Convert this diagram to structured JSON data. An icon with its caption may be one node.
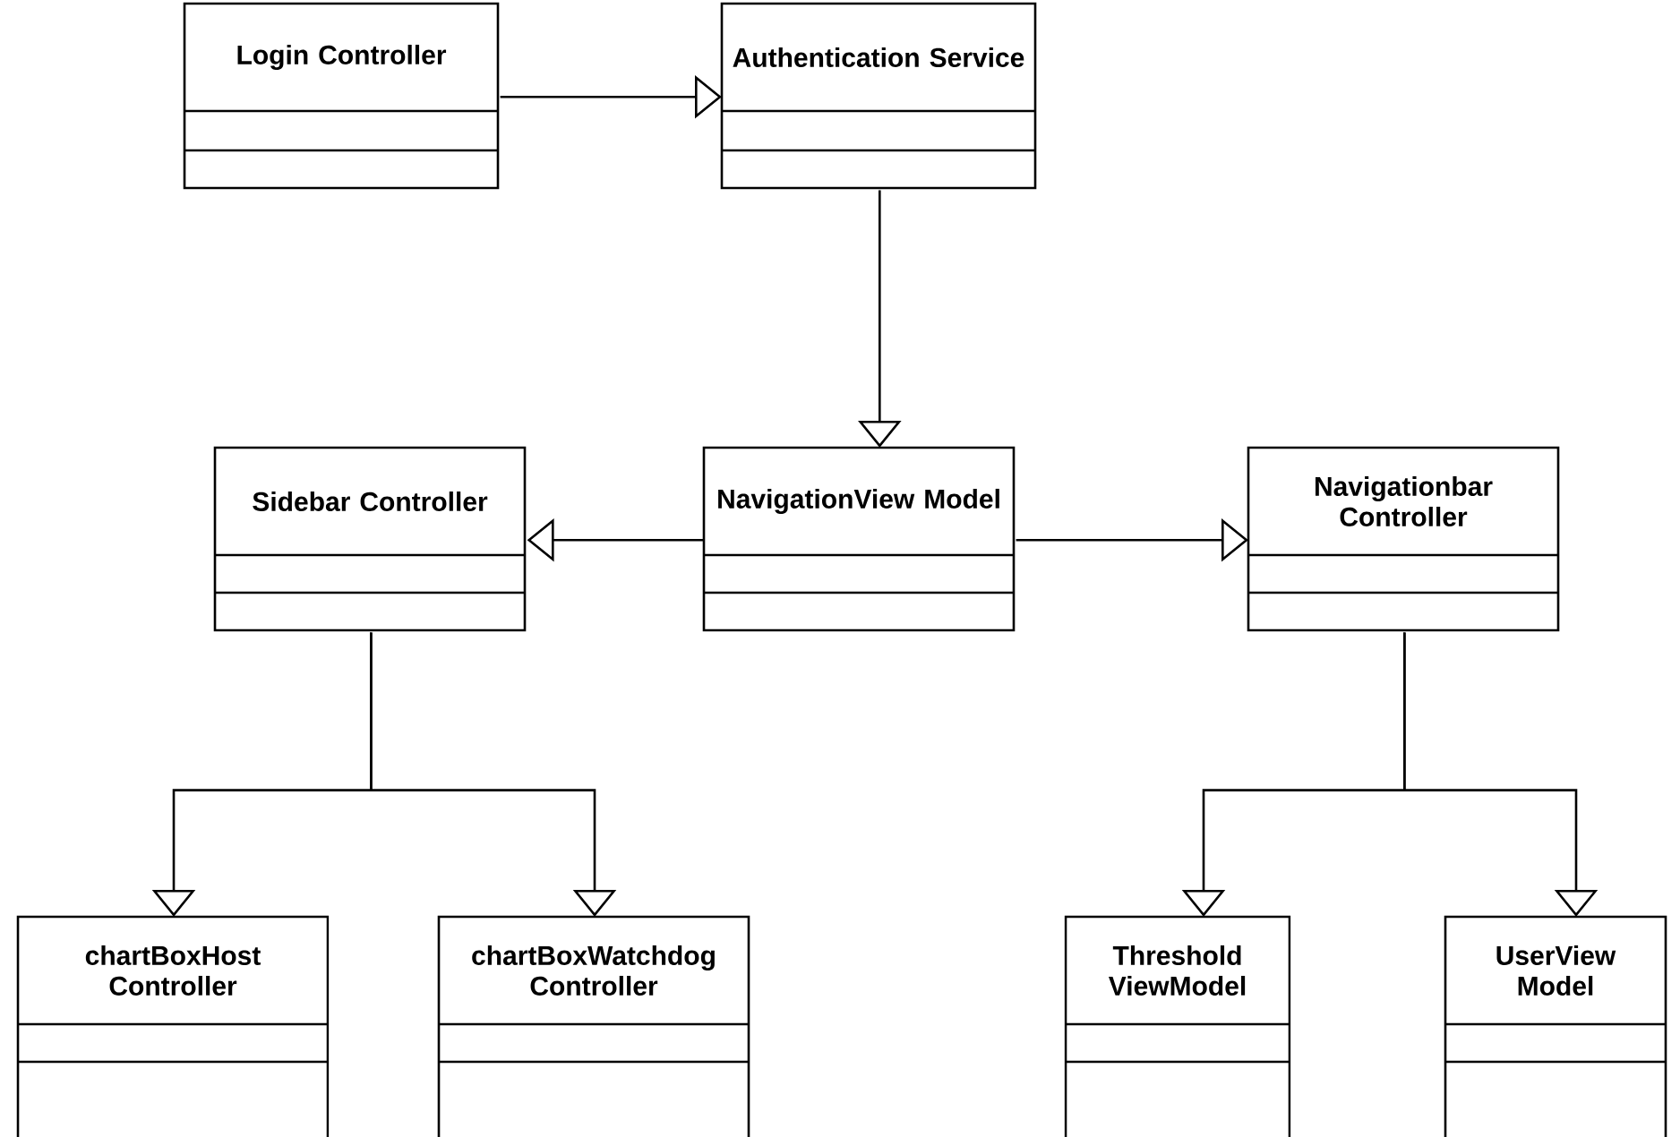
{
  "diagram": {
    "nodes": [
      {
        "text": [
          "Login Controller"
        ]
      },
      {
        "text": [
          "Authentication Service"
        ]
      },
      {
        "text": [
          "Sidebar Controller"
        ]
      },
      {
        "text": [
          "NavigationView Model"
        ]
      },
      {
        "text": [
          "Navigationbar Controller"
        ]
      },
      {
        "text": [
          "chartBoxHost Controller"
        ]
      },
      {
        "text": [
          "chartBoxWatchdog Controller"
        ]
      },
      {
        "text": [
          "Threshold ViewModel"
        ]
      },
      {
        "text": [
          "UserView Model"
        ]
      }
    ],
    "edges": [
      {
        "from": 0,
        "to": 1,
        "arrow": "to"
      },
      {
        "from": 1,
        "to": 3,
        "arrow": "to"
      },
      {
        "from": 3,
        "to": 2,
        "arrow": "to"
      },
      {
        "from": 3,
        "to": 4,
        "arrow": "to"
      },
      {
        "from": 2,
        "to": 5,
        "arrow": "to"
      },
      {
        "from": 2,
        "to": 6,
        "arrow": "to"
      },
      {
        "from": 4,
        "to": 7,
        "arrow": "to"
      },
      {
        "from": 4,
        "to": 8,
        "arrow": "to"
      }
    ]
  }
}
